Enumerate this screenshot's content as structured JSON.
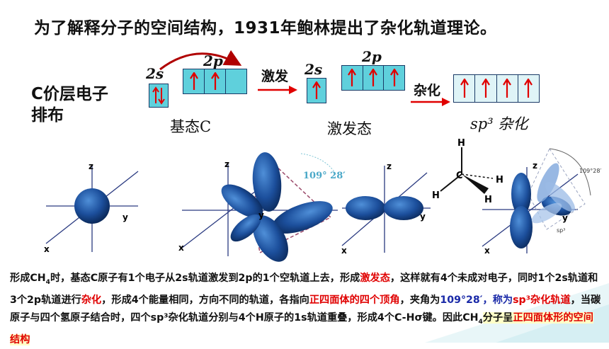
{
  "title": "为了解释分子的空间结构，1931年鲍林提出了杂化轨道理论。",
  "config_label": "C价层电子排布",
  "ground_state": {
    "s_label": "2s",
    "p_label": "2p",
    "caption": "基态C"
  },
  "step1_label": "激发",
  "excited_state": {
    "s_label": "2s",
    "p_label": "2p",
    "caption": "激发态"
  },
  "step2_label": "杂化",
  "hybrid": {
    "caption": "sp³ 杂化"
  },
  "angle_label": "109° 28′",
  "panel4_angle": "109°28′",
  "panel4_tag": "sp³",
  "methane": {
    "c": "C",
    "h": "H"
  },
  "axes": {
    "x": "x",
    "y": "y",
    "z": "z"
  },
  "paragraph": {
    "p1": "形成CH",
    "p1_sub": "4",
    "p2": "时，基态C原子有1个电子从2s轨道激发到2p的1个空轨道上去，形成",
    "r1": "激发态",
    "p3": "，这样就有4个未成对电子，同时1个2s轨道和3个2p轨道进行",
    "r2": "杂化",
    "p4": "，形成4个能量相同，方向不同的轨道，各指向",
    "r3": "正四面体的四个顶角",
    "p5": "，夹角为",
    "b1": "109°28′，称为",
    "r4": "sp³杂化轨道",
    "p6": "，当碳原子与四个氢原子结合时，四个sp³杂化轨道分别与4个H原子的1s轨道重叠，形成4个C-Hσ键。因此CH",
    "p6_sub": "4",
    "p7": "分子呈",
    "r5": "正四面体形的空间结构"
  },
  "colors": {
    "orbital_fill": "#5fd0dc",
    "arrow_red": "#e00000",
    "lobe_blue": "#1c4f9c",
    "accent_teal": "#7fd3dc"
  }
}
